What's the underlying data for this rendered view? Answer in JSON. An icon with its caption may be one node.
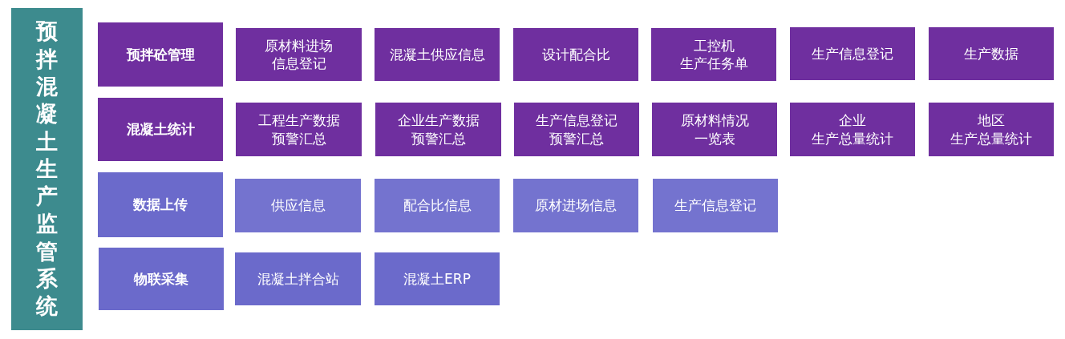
{
  "diagram": {
    "nodes": [
      {
        "text": [
          "预拌混凝土生产监管系统"
        ]
      },
      {
        "text": [
          "预拌砼管理"
        ]
      },
      {
        "text": [
          "原材料进场信息登记"
        ]
      },
      {
        "text": [
          "混凝土供应信息"
        ]
      },
      {
        "text": [
          "设计配合比"
        ]
      },
      {
        "text": [
          "工控机生产任务单"
        ]
      },
      {
        "text": [
          "生产信息登记"
        ]
      },
      {
        "text": [
          "生产数据"
        ]
      },
      {
        "text": [
          "混凝土统计"
        ]
      },
      {
        "text": [
          "工程生产数据预警汇总"
        ]
      },
      {
        "text": [
          "企业生产数据预警汇总"
        ]
      },
      {
        "text": [
          "生产信息登记预警汇总"
        ]
      },
      {
        "text": [
          "原材料情况一览表"
        ]
      },
      {
        "text": [
          "企业生产总量统计"
        ]
      },
      {
        "text": [
          "地区生产总量统计"
        ]
      },
      {
        "text": [
          "数据上传"
        ]
      },
      {
        "text": [
          "供应信息"
        ]
      },
      {
        "text": [
          "配合比信息"
        ]
      },
      {
        "text": [
          "原材进场信息"
        ]
      },
      {
        "text": [
          "生产信息登记"
        ]
      },
      {
        "text": [
          "物联采集"
        ]
      },
      {
        "text": [
          "混凝土拌合站"
        ]
      },
      {
        "text": [
          "混凝土ERP"
        ]
      }
    ]
  }
}
